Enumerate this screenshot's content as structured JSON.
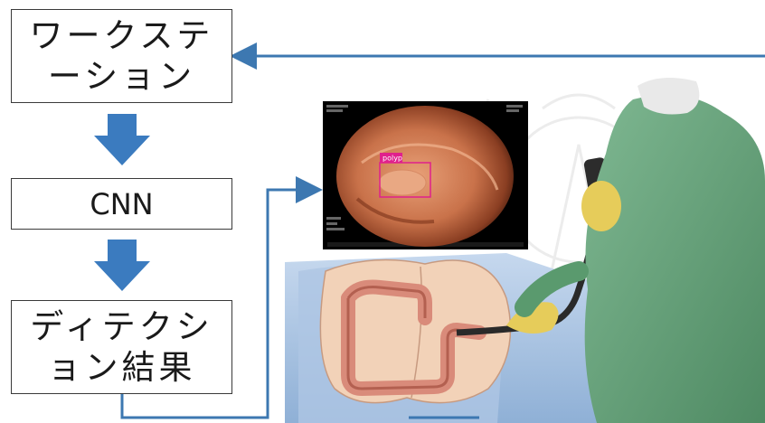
{
  "flow": {
    "workstation_line1": "ワークステ",
    "workstation_line2": "ーション",
    "cnn": "CNN",
    "result_line1": "ディテクシ",
    "result_line2": "ョン結果"
  },
  "endoscope_view": {
    "detection_label": "polyp"
  },
  "colors": {
    "arrow_blue": "#3b7bbf",
    "line_blue": "#3d78b1",
    "detection_box": "#e0208c",
    "gown_green": "#5e9a72"
  }
}
